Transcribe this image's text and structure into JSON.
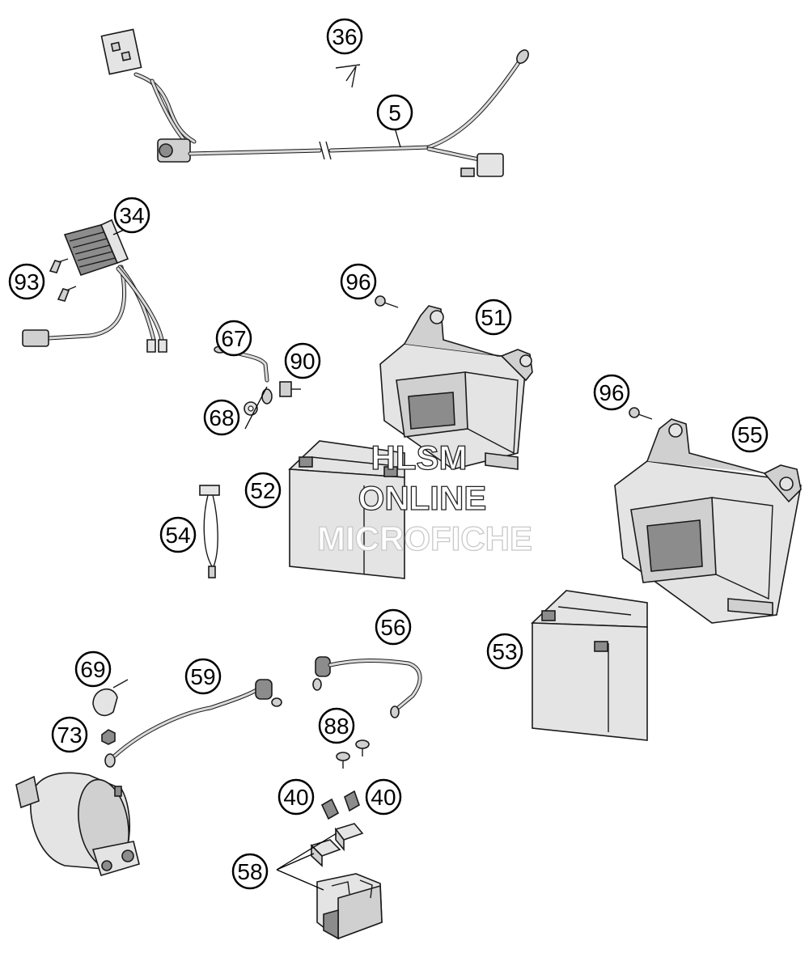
{
  "watermark": {
    "line1": "HLSM",
    "line2": "ONLINE",
    "line3": "MICROFICHE"
  },
  "callouts": [
    {
      "id": "c36",
      "label": "36"
    },
    {
      "id": "c5",
      "label": "5"
    },
    {
      "id": "c34",
      "label": "34"
    },
    {
      "id": "c93",
      "label": "93"
    },
    {
      "id": "c96a",
      "label": "96"
    },
    {
      "id": "c51",
      "label": "51"
    },
    {
      "id": "c67",
      "label": "67"
    },
    {
      "id": "c90",
      "label": "90"
    },
    {
      "id": "c68",
      "label": "68"
    },
    {
      "id": "c96b",
      "label": "96"
    },
    {
      "id": "c55",
      "label": "55"
    },
    {
      "id": "c52",
      "label": "52"
    },
    {
      "id": "c54",
      "label": "54"
    },
    {
      "id": "c56",
      "label": "56"
    },
    {
      "id": "c53",
      "label": "53"
    },
    {
      "id": "c69",
      "label": "69"
    },
    {
      "id": "c59",
      "label": "59"
    },
    {
      "id": "c88",
      "label": "88"
    },
    {
      "id": "c73",
      "label": "73"
    },
    {
      "id": "c40a",
      "label": "40"
    },
    {
      "id": "c40b",
      "label": "40"
    },
    {
      "id": "c58",
      "label": "58"
    }
  ]
}
